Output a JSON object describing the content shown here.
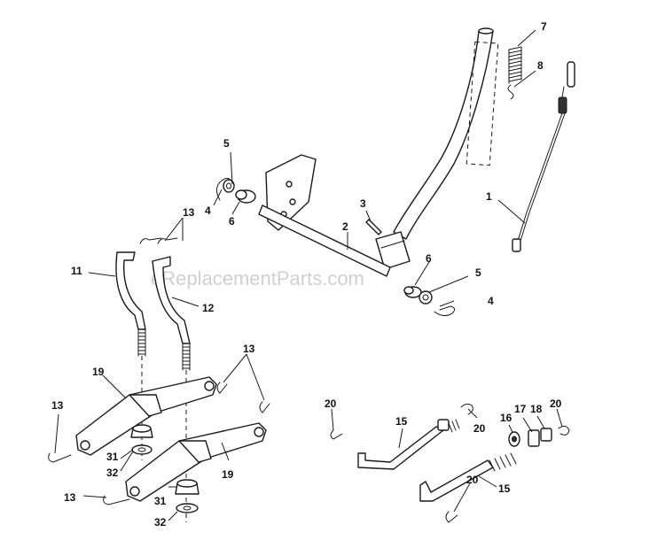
{
  "watermark": "eReplacementParts.com",
  "callouts": [
    {
      "label": "1"
    },
    {
      "label": "2"
    },
    {
      "label": "3"
    },
    {
      "label": "4"
    },
    {
      "label": "4"
    },
    {
      "label": "5"
    },
    {
      "label": "5"
    },
    {
      "label": "6"
    },
    {
      "label": "6"
    },
    {
      "label": "7"
    },
    {
      "label": "8"
    },
    {
      "label": "11"
    },
    {
      "label": "12"
    },
    {
      "label": "13"
    },
    {
      "label": "13"
    },
    {
      "label": "13"
    },
    {
      "label": "13"
    },
    {
      "label": "15"
    },
    {
      "label": "15"
    },
    {
      "label": "16"
    },
    {
      "label": "17"
    },
    {
      "label": "18"
    },
    {
      "label": "19"
    },
    {
      "label": "19"
    },
    {
      "label": "20"
    },
    {
      "label": "20"
    },
    {
      "label": "20"
    },
    {
      "label": "20"
    },
    {
      "label": "31"
    },
    {
      "label": "31"
    },
    {
      "label": "32"
    },
    {
      "label": "32"
    }
  ]
}
